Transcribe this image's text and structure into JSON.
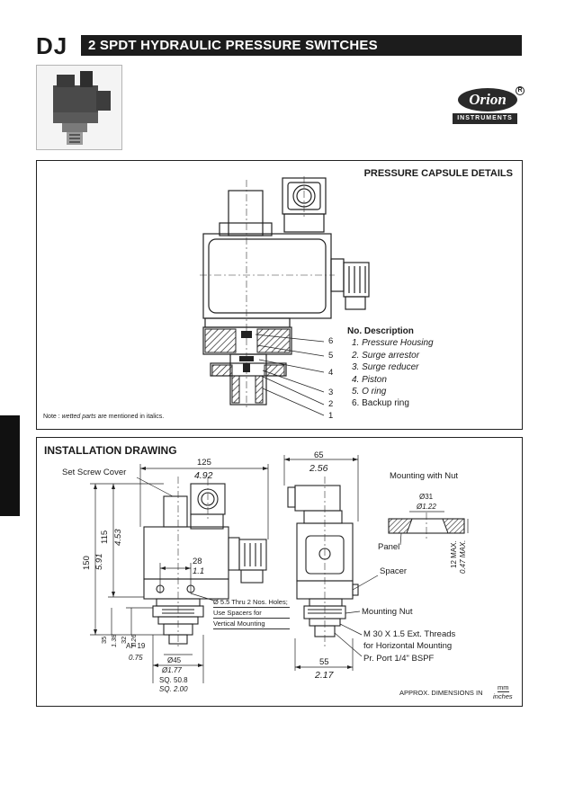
{
  "header": {
    "series_code": "DJ",
    "title": "2 SPDT HYDRAULIC PRESSURE SWITCHES"
  },
  "brand": {
    "logo_name": "Orion",
    "logo_sub": "INSTRUMENTS",
    "registered": "R"
  },
  "pressure_capsule": {
    "heading": "PRESSURE CAPSULE DETAILS",
    "callouts": [
      "6",
      "5",
      "4",
      "3",
      "2",
      "1"
    ],
    "legend_heading": "No. Description",
    "legend_items": [
      {
        "num": "1.",
        "text": "Pressure Housing",
        "italic": true
      },
      {
        "num": "2.",
        "text": "Surge arrestor",
        "italic": true
      },
      {
        "num": "3.",
        "text": "Surge reducer",
        "italic": true
      },
      {
        "num": "4.",
        "text": "Piston",
        "italic": true
      },
      {
        "num": "5.",
        "text": "O ring",
        "italic": true
      },
      {
        "num": "6.",
        "text": "Backup ring",
        "italic": false
      }
    ],
    "note_prefix": "Note : ",
    "note_italic": "wetted parts",
    "note_suffix": " are mentioned in italics."
  },
  "installation": {
    "heading": "INSTALLATION DRAWING",
    "labels": {
      "set_screw_cover": "Set Screw Cover",
      "width_mm": "125",
      "width_in": "4.92",
      "side_width_mm": "65",
      "side_width_in": "2.56",
      "mounting_with_nut": "Mounting with Nut",
      "dia31_mm": "Ø31",
      "dia31_in": "Ø1.22",
      "panel": "Panel",
      "max_mm": "12 MAX.",
      "max_in": "0.47 MAX.",
      "spacer": "Spacer",
      "height_total_mm": "150",
      "height_total_in": "5.91",
      "height_mm": "115",
      "height_in": "4.53",
      "holes_offset_mm": "28",
      "holes_offset_in": "1.1",
      "holes_note": [
        "Ø 5.5 Thru 2 Nos. Holes;",
        "Use Spacers for",
        "Vertical Mounting"
      ],
      "mounting_nut": "Mounting Nut",
      "thread_note_1": "M 30 X 1.5 Ext. Threads",
      "thread_note_2": "for Horizontal Mounting",
      "port_note": "Pr. Port 1/4\" BSPF",
      "dim35": "35",
      "dim138": "1.38",
      "dim32": "32",
      "dim126": "1.26",
      "af19": "AF 19",
      "af075": "0.75",
      "dia45_mm": "Ø45",
      "dia45_in": "Ø1.77",
      "sq_mm": "SQ. 50.8",
      "sq_in": "SQ. 2.00",
      "depth_mm": "55",
      "depth_in": "2.17",
      "approx": "APPROX. DIMENSIONS IN",
      "unit_mm": "mm",
      "unit_in": "inches"
    }
  }
}
